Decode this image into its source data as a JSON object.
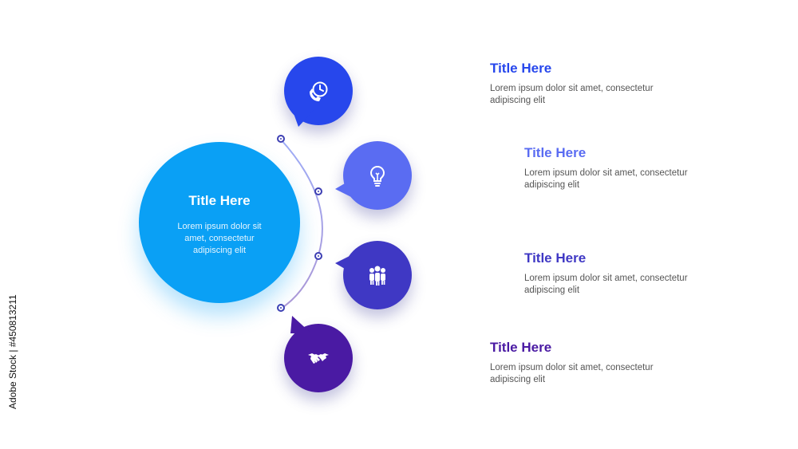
{
  "center": {
    "title": "Title Here",
    "body": "Lorem ipsum dolor sit amet, consectetur adipiscing elit",
    "color": "#0aa0f5"
  },
  "steps": [
    {
      "title": "Title Here",
      "body": "Lorem ipsum dolor sit amet, consectetur adipiscing elit",
      "icon": "phone-clock-icon",
      "color": "#2747ec"
    },
    {
      "title": "Title Here",
      "body": "Lorem ipsum dolor sit amet, consectetur adipiscing elit",
      "icon": "lightbulb-icon",
      "color": "#5a6cf2"
    },
    {
      "title": "Title Here",
      "body": "Lorem ipsum dolor sit amet, consectetur adipiscing elit",
      "icon": "team-icon",
      "color": "#3f38c4"
    },
    {
      "title": "Title Here",
      "body": "Lorem ipsum dolor sit amet, consectetur adipiscing elit",
      "icon": "handshake-icon",
      "color": "#4a1aa3"
    }
  ],
  "watermark": {
    "side_text": "Adobe Stock | #450813211"
  }
}
